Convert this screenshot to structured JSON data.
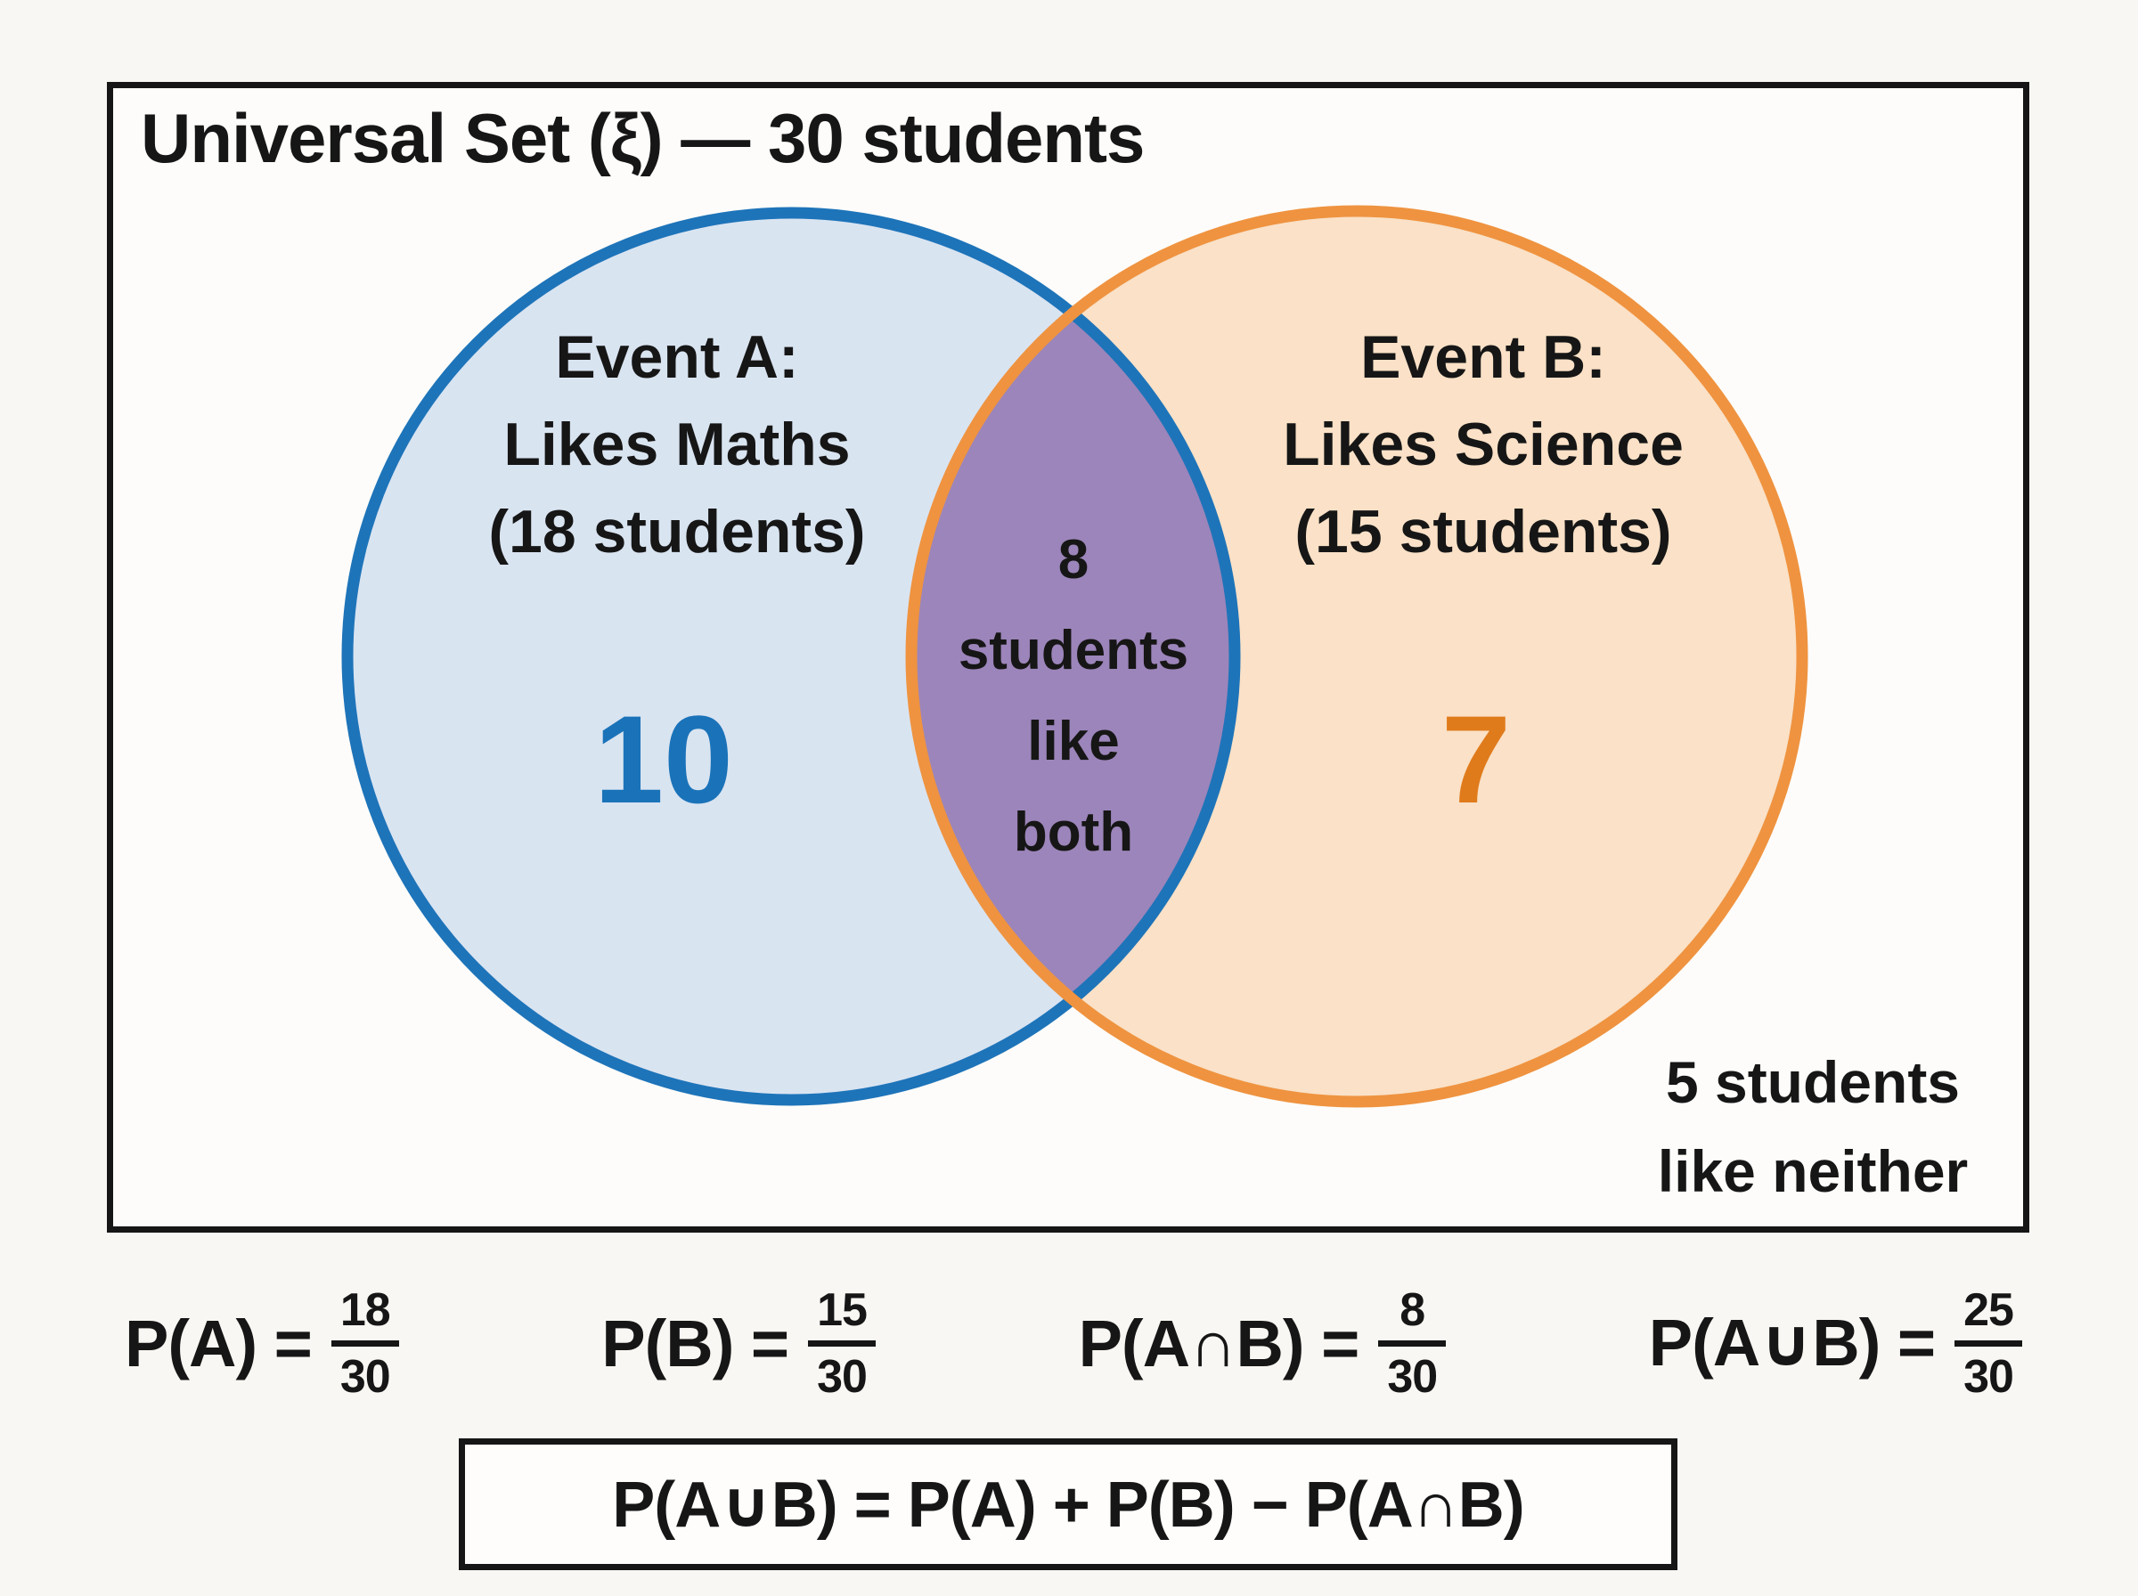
{
  "title": "Universal Set (ξ) — 30 students",
  "event_a": {
    "line1": "Event A:",
    "line2": "Likes Maths",
    "line3": "(18 students)",
    "count": "10",
    "fill": "#d9e4f1",
    "stroke": "#1e74b9",
    "count_color": "#1a73b9"
  },
  "event_b": {
    "line1": "Event B:",
    "line2": "Likes Science",
    "line3": "(15 students)",
    "count": "7",
    "fill": "#fae1c7",
    "stroke": "#ef9340",
    "count_color": "#e07b1c"
  },
  "intersection": {
    "line1": "8",
    "line2": "students",
    "line3": "like",
    "line4": "both",
    "fill": "#9c85ba"
  },
  "neither": {
    "line1": "5 students",
    "line2": "like neither"
  },
  "formulas": [
    {
      "label": "P(A) =",
      "numerator": "18",
      "denominator": "30"
    },
    {
      "label": "P(B) =",
      "numerator": "15",
      "denominator": "30"
    },
    {
      "label": "P(A∩B) =",
      "numerator": "8",
      "denominator": "30"
    },
    {
      "label": "P(A∪B) =",
      "numerator": "25",
      "denominator": "30"
    }
  ],
  "identity": "P(A∪B) = P(A) + P(B) − P(A∩B)"
}
